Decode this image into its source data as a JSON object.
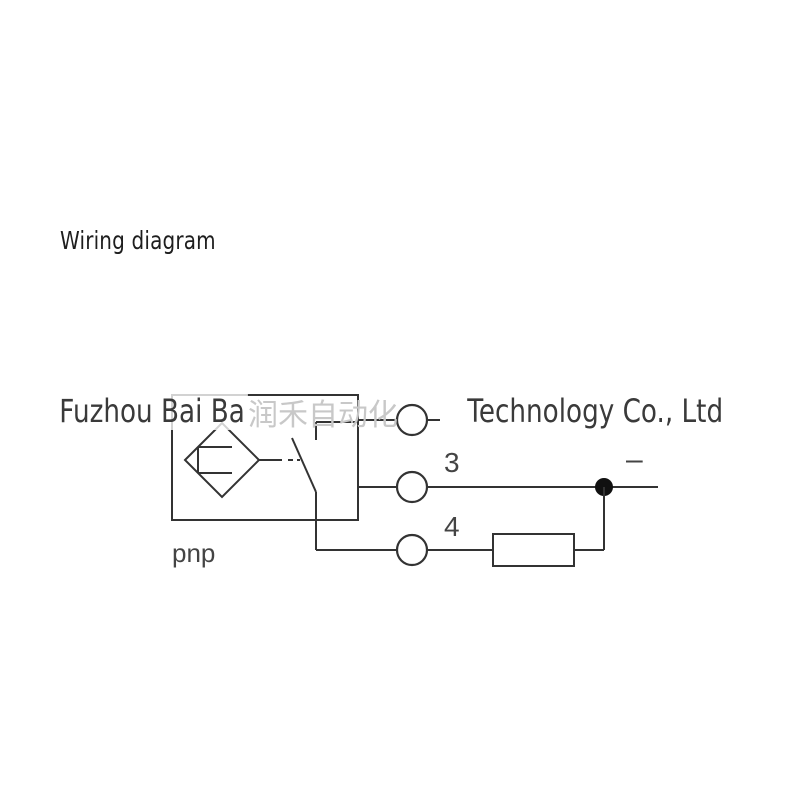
{
  "title": "Wiring diagram",
  "diagram": {
    "type_label": "pnp",
    "terminal_3_label": "3",
    "terminal_4_label": "4",
    "minus_label": "–"
  },
  "watermark": {
    "left_text": "Fuzhou Bai Ba",
    "chinese_text": "润禾自动化",
    "right_text": "Technology Co., Ltd"
  }
}
